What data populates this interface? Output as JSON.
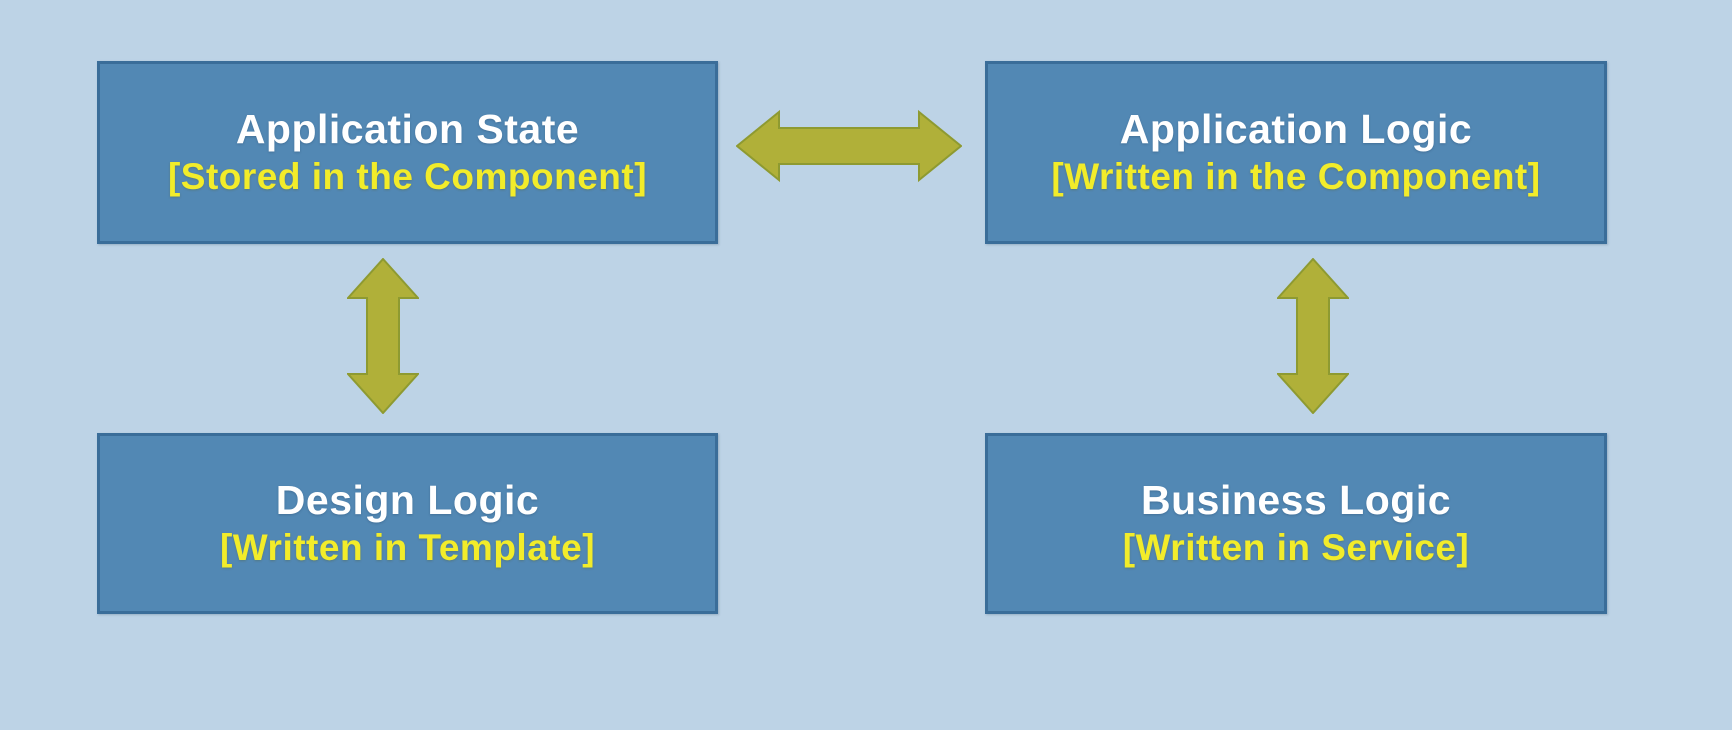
{
  "diagram": {
    "colors": {
      "background_color": "#bdd3e6",
      "box_fill": "#5288b4",
      "box_border": "#3a6d99",
      "arrow_fill": "#b0b039",
      "arrow_stroke": "#8e9a31",
      "title_color": "#ffffff",
      "subtitle_color": "#f2ec2a"
    },
    "boxes": [
      {
        "id": "application-state",
        "title": "Application State",
        "subtitle": "[Stored in the Component]"
      },
      {
        "id": "application-logic",
        "title": "Application Logic",
        "subtitle": "[Written in the Component]"
      },
      {
        "id": "design-logic",
        "title": "Design Logic",
        "subtitle": "[Written in Template]"
      },
      {
        "id": "business-logic",
        "title": "Business Logic",
        "subtitle": "[Written in Service]"
      }
    ],
    "arrows": [
      {
        "id": "state-logic-arrow",
        "direction": "horizontal",
        "connects": "Application State - Application Logic"
      },
      {
        "id": "state-design-arrow",
        "direction": "vertical",
        "connects": "Application State - Design Logic"
      },
      {
        "id": "logic-business-arrow",
        "direction": "vertical",
        "connects": "Application Logic - Business Logic"
      }
    ]
  }
}
